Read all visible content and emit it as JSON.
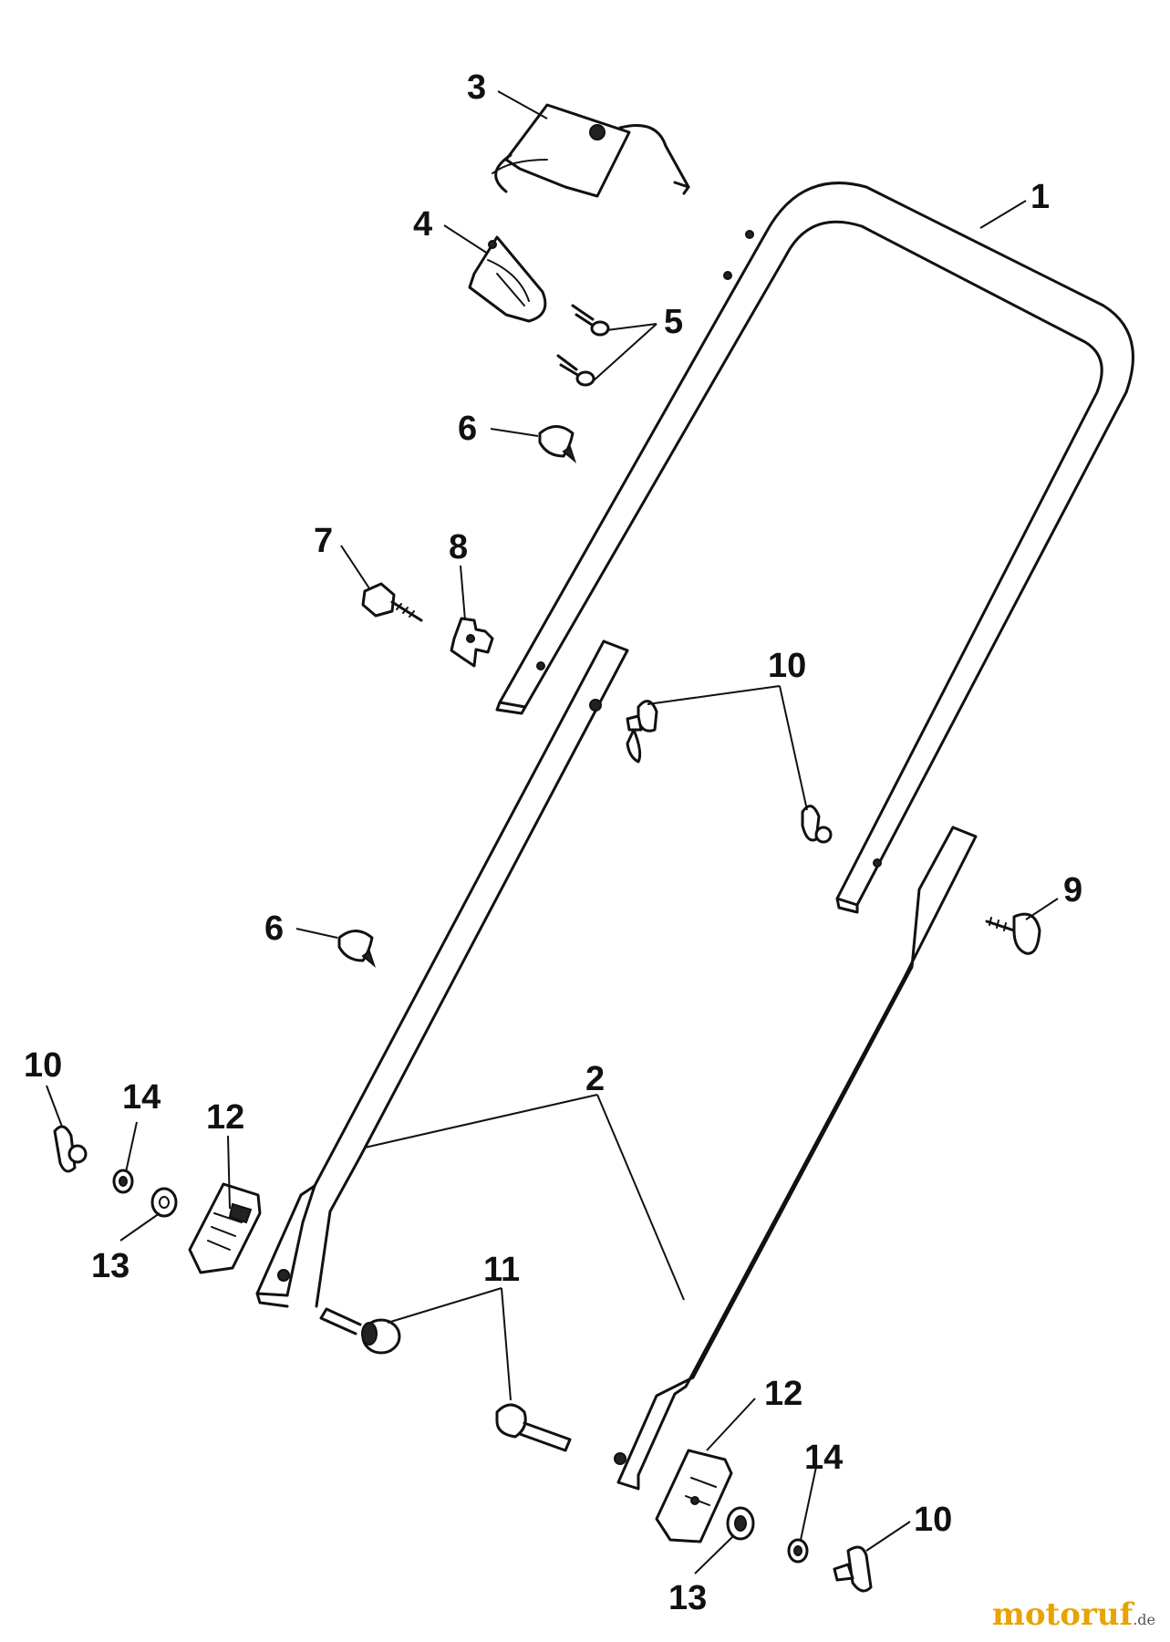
{
  "diagram": {
    "callouts": [
      {
        "id": "p1",
        "label": "1"
      },
      {
        "id": "p2",
        "label": "2"
      },
      {
        "id": "p3",
        "label": "3"
      },
      {
        "id": "p4",
        "label": "4"
      },
      {
        "id": "p5",
        "label": "5"
      },
      {
        "id": "p6a",
        "label": "6"
      },
      {
        "id": "p6b",
        "label": "6"
      },
      {
        "id": "p7",
        "label": "7"
      },
      {
        "id": "p8",
        "label": "8"
      },
      {
        "id": "p9",
        "label": "9"
      },
      {
        "id": "p10a",
        "label": "10"
      },
      {
        "id": "p10b",
        "label": "10"
      },
      {
        "id": "p10c",
        "label": "10"
      },
      {
        "id": "p11",
        "label": "11"
      },
      {
        "id": "p12a",
        "label": "12"
      },
      {
        "id": "p12b",
        "label": "12"
      },
      {
        "id": "p13a",
        "label": "13"
      },
      {
        "id": "p13b",
        "label": "13"
      },
      {
        "id": "p14a",
        "label": "14"
      },
      {
        "id": "p14b",
        "label": "14"
      }
    ]
  },
  "watermark": {
    "brand": "motoruf",
    "tld": ".de"
  },
  "colors": {
    "line": "#111111",
    "brand": "#e8a300",
    "background": "#ffffff"
  }
}
